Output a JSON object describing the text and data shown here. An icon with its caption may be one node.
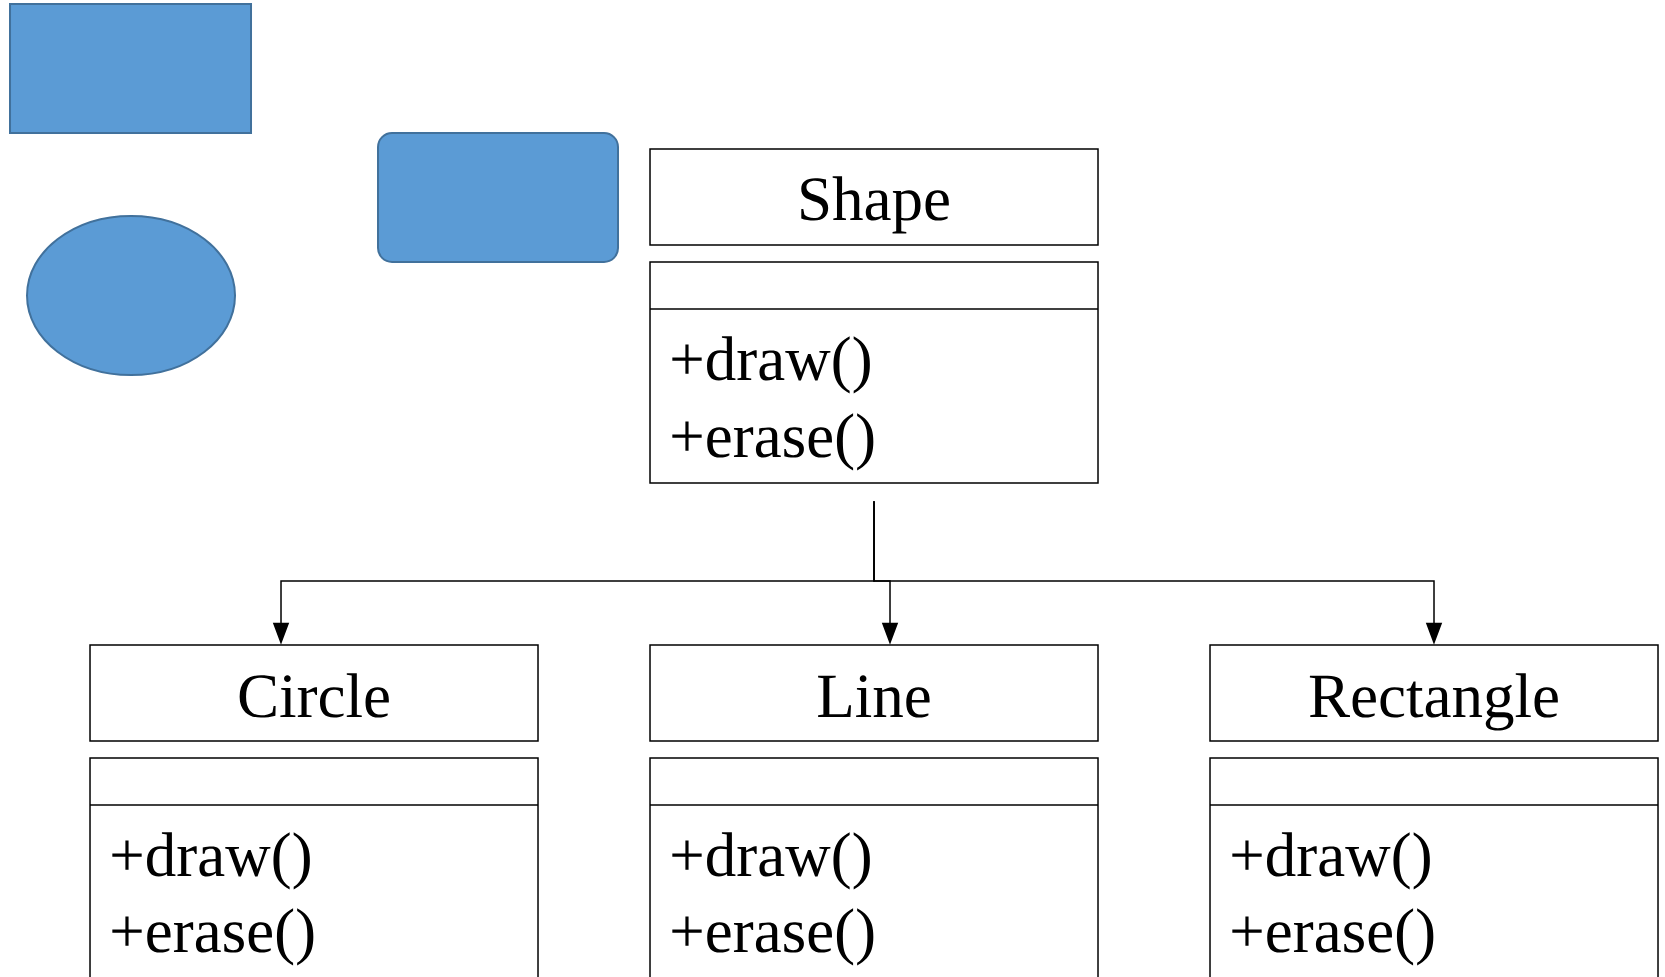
{
  "diagram": {
    "nodes": [
      {
        "text": [],
        "shape": "box"
      },
      {
        "text": [],
        "shape": "box"
      },
      {
        "text": [],
        "shape": "ellipse"
      },
      {
        "text": [
          "Shape",
          "+draw()",
          "+erase()"
        ]
      },
      {
        "text": [
          "Circle",
          "+draw()",
          "+erase()"
        ]
      },
      {
        "text": [
          "Line",
          "+draw()",
          "+erase()"
        ]
      },
      {
        "text": [
          "Rectangle",
          "+draw()",
          "+erase()"
        ]
      }
    ],
    "edges": [
      {
        "from": 3,
        "to": 4,
        "arrow": "to"
      },
      {
        "from": 3,
        "to": 5,
        "arrow": "to"
      },
      {
        "from": 3,
        "to": 6,
        "arrow": "to"
      }
    ]
  }
}
